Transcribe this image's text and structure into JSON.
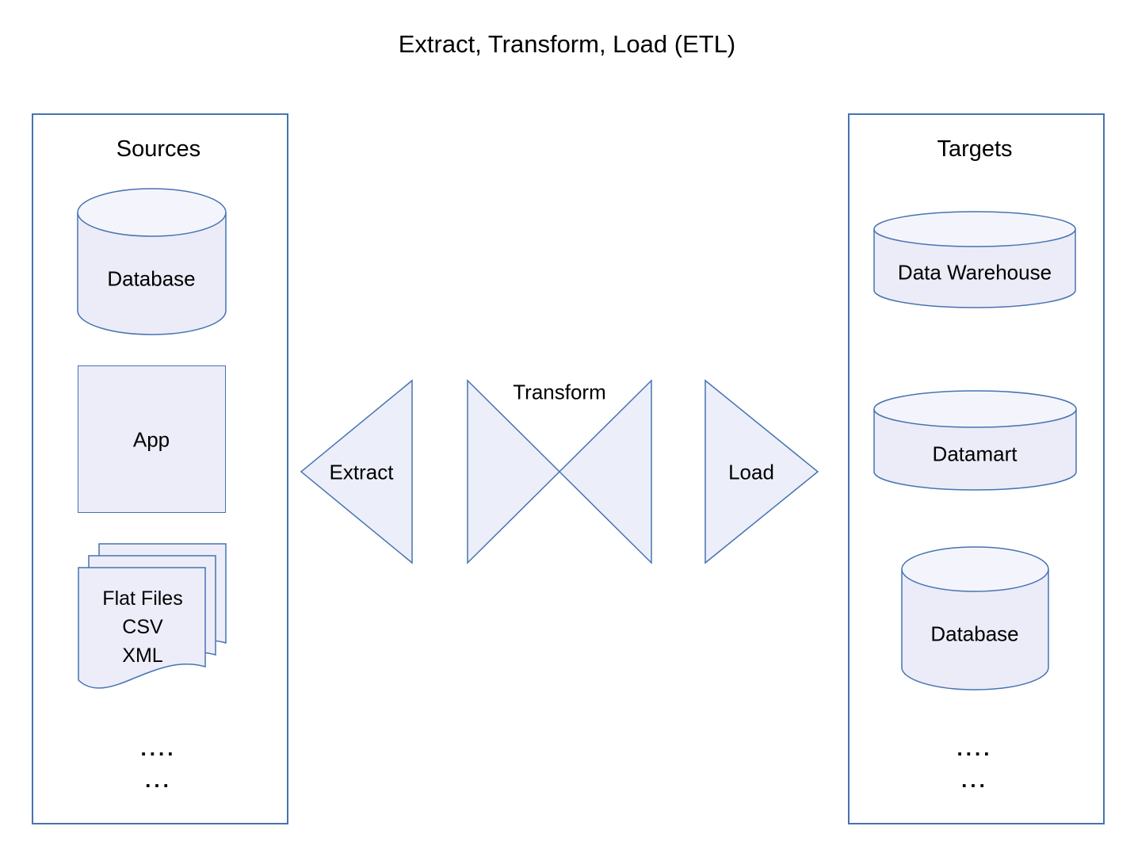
{
  "title": "Extract, Transform, Load (ETL)",
  "sources": {
    "title": "Sources",
    "database_label": "Database",
    "app_label": "App",
    "flat_files_lines": [
      "Flat Files",
      "CSV",
      "XML"
    ],
    "dots_line1": "....",
    "dots_line2": "..."
  },
  "flow": {
    "extract_label": "Extract",
    "transform_label": "Transform",
    "load_label": "Load"
  },
  "targets": {
    "title": "Targets",
    "warehouse_label": "Data Warehouse",
    "datamart_label": "Datamart",
    "database_label": "Database",
    "dots_line1": "....",
    "dots_line2": "..."
  },
  "colors": {
    "stroke_blue": "#4673b1",
    "shape_fill": "#ecedf9",
    "shape_fill_light": "#f4f5fc",
    "text": "#000000",
    "background": "#ffffff"
  }
}
